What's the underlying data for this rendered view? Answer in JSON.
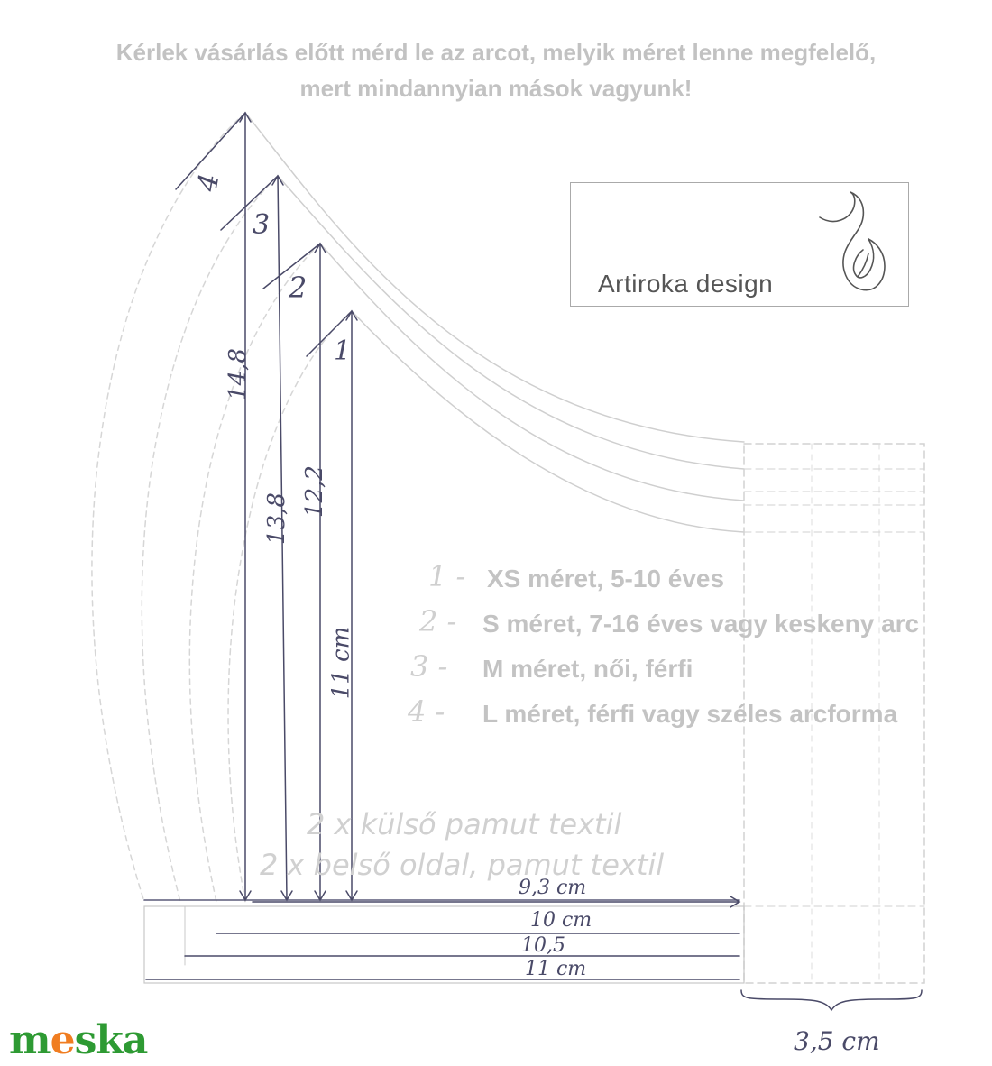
{
  "header": {
    "line1": "Kérlek vásárlás előtt mérd le az arcot, melyik méret lenne megfelelő,",
    "line2": "mert mindannyian mások vagyunk!"
  },
  "brand": {
    "name": "Artiroka design",
    "logo_icon": "fox-tail-icon"
  },
  "legend": [
    {
      "num": "1 -",
      "text": "XS méret, 5-10 éves"
    },
    {
      "num": "2 -",
      "text": "S méret, 7-16 éves vagy keskeny arc"
    },
    {
      "num": "3 -",
      "text": "M méret, női, férfi"
    },
    {
      "num": "4 -",
      "text": "L méret, férfi vagy széles arcforma"
    }
  ],
  "size_labels": [
    "4",
    "3",
    "2",
    "1"
  ],
  "heights": [
    "14,8",
    "13,8",
    "12,2",
    "11 cm"
  ],
  "widths": [
    "9,3 cm",
    "10 cm",
    "10,5",
    "11 cm"
  ],
  "strap_width": "3,5 cm",
  "fabric": {
    "line1": "2 x külső pamut textil",
    "line2": "2 x belső oldal, pamut textil"
  },
  "watermark": {
    "pre": "m",
    "accent": "e",
    "post": "ska"
  },
  "colors": {
    "pencil": "#4a4a68",
    "faint": "#c8c8c8",
    "meska_green": "#2e9a33",
    "meska_orange": "#f07d21"
  }
}
